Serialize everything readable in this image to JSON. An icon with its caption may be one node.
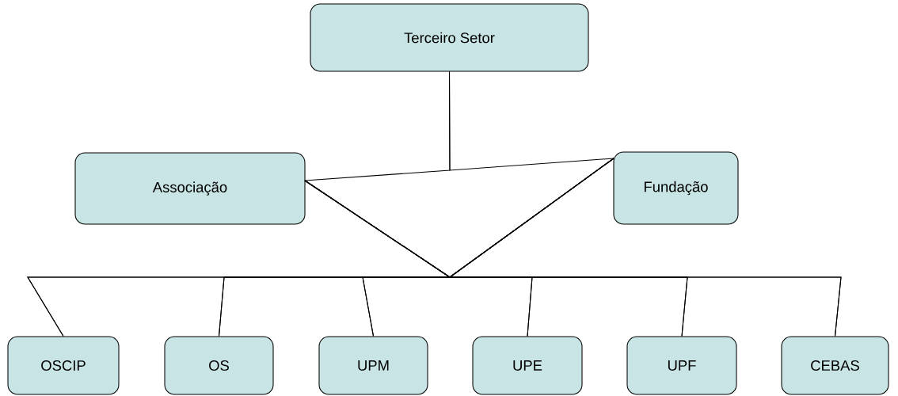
{
  "diagram": {
    "nodes": [
      {
        "text": [
          "Terceiro Setor"
        ]
      },
      {
        "text": [
          "Associação"
        ]
      },
      {
        "text": [
          "Fundação"
        ]
      },
      {
        "text": [
          "OSCIP"
        ]
      },
      {
        "text": [
          "OS"
        ]
      },
      {
        "text": [
          "UPM"
        ]
      },
      {
        "text": [
          "UPE"
        ]
      },
      {
        "text": [
          "UPF"
        ]
      },
      {
        "text": [
          "CEBAS"
        ]
      }
    ],
    "edges": [
      {
        "from": 0,
        "to": 1,
        "arrow": "none"
      },
      {
        "from": 0,
        "to": 2,
        "arrow": "none"
      },
      {
        "from": 1,
        "to": 3,
        "arrow": "none"
      },
      {
        "from": 1,
        "to": 4,
        "arrow": "none"
      },
      {
        "from": 1,
        "to": 5,
        "arrow": "none"
      },
      {
        "from": 1,
        "to": 6,
        "arrow": "none"
      },
      {
        "from": 1,
        "to": 7,
        "arrow": "none"
      },
      {
        "from": 1,
        "to": 8,
        "arrow": "none"
      },
      {
        "from": 2,
        "to": 3,
        "arrow": "none"
      },
      {
        "from": 2,
        "to": 4,
        "arrow": "none"
      },
      {
        "from": 2,
        "to": 5,
        "arrow": "none"
      },
      {
        "from": 2,
        "to": 6,
        "arrow": "none"
      },
      {
        "from": 2,
        "to": 7,
        "arrow": "none"
      },
      {
        "from": 2,
        "to": 8,
        "arrow": "none"
      }
    ]
  }
}
